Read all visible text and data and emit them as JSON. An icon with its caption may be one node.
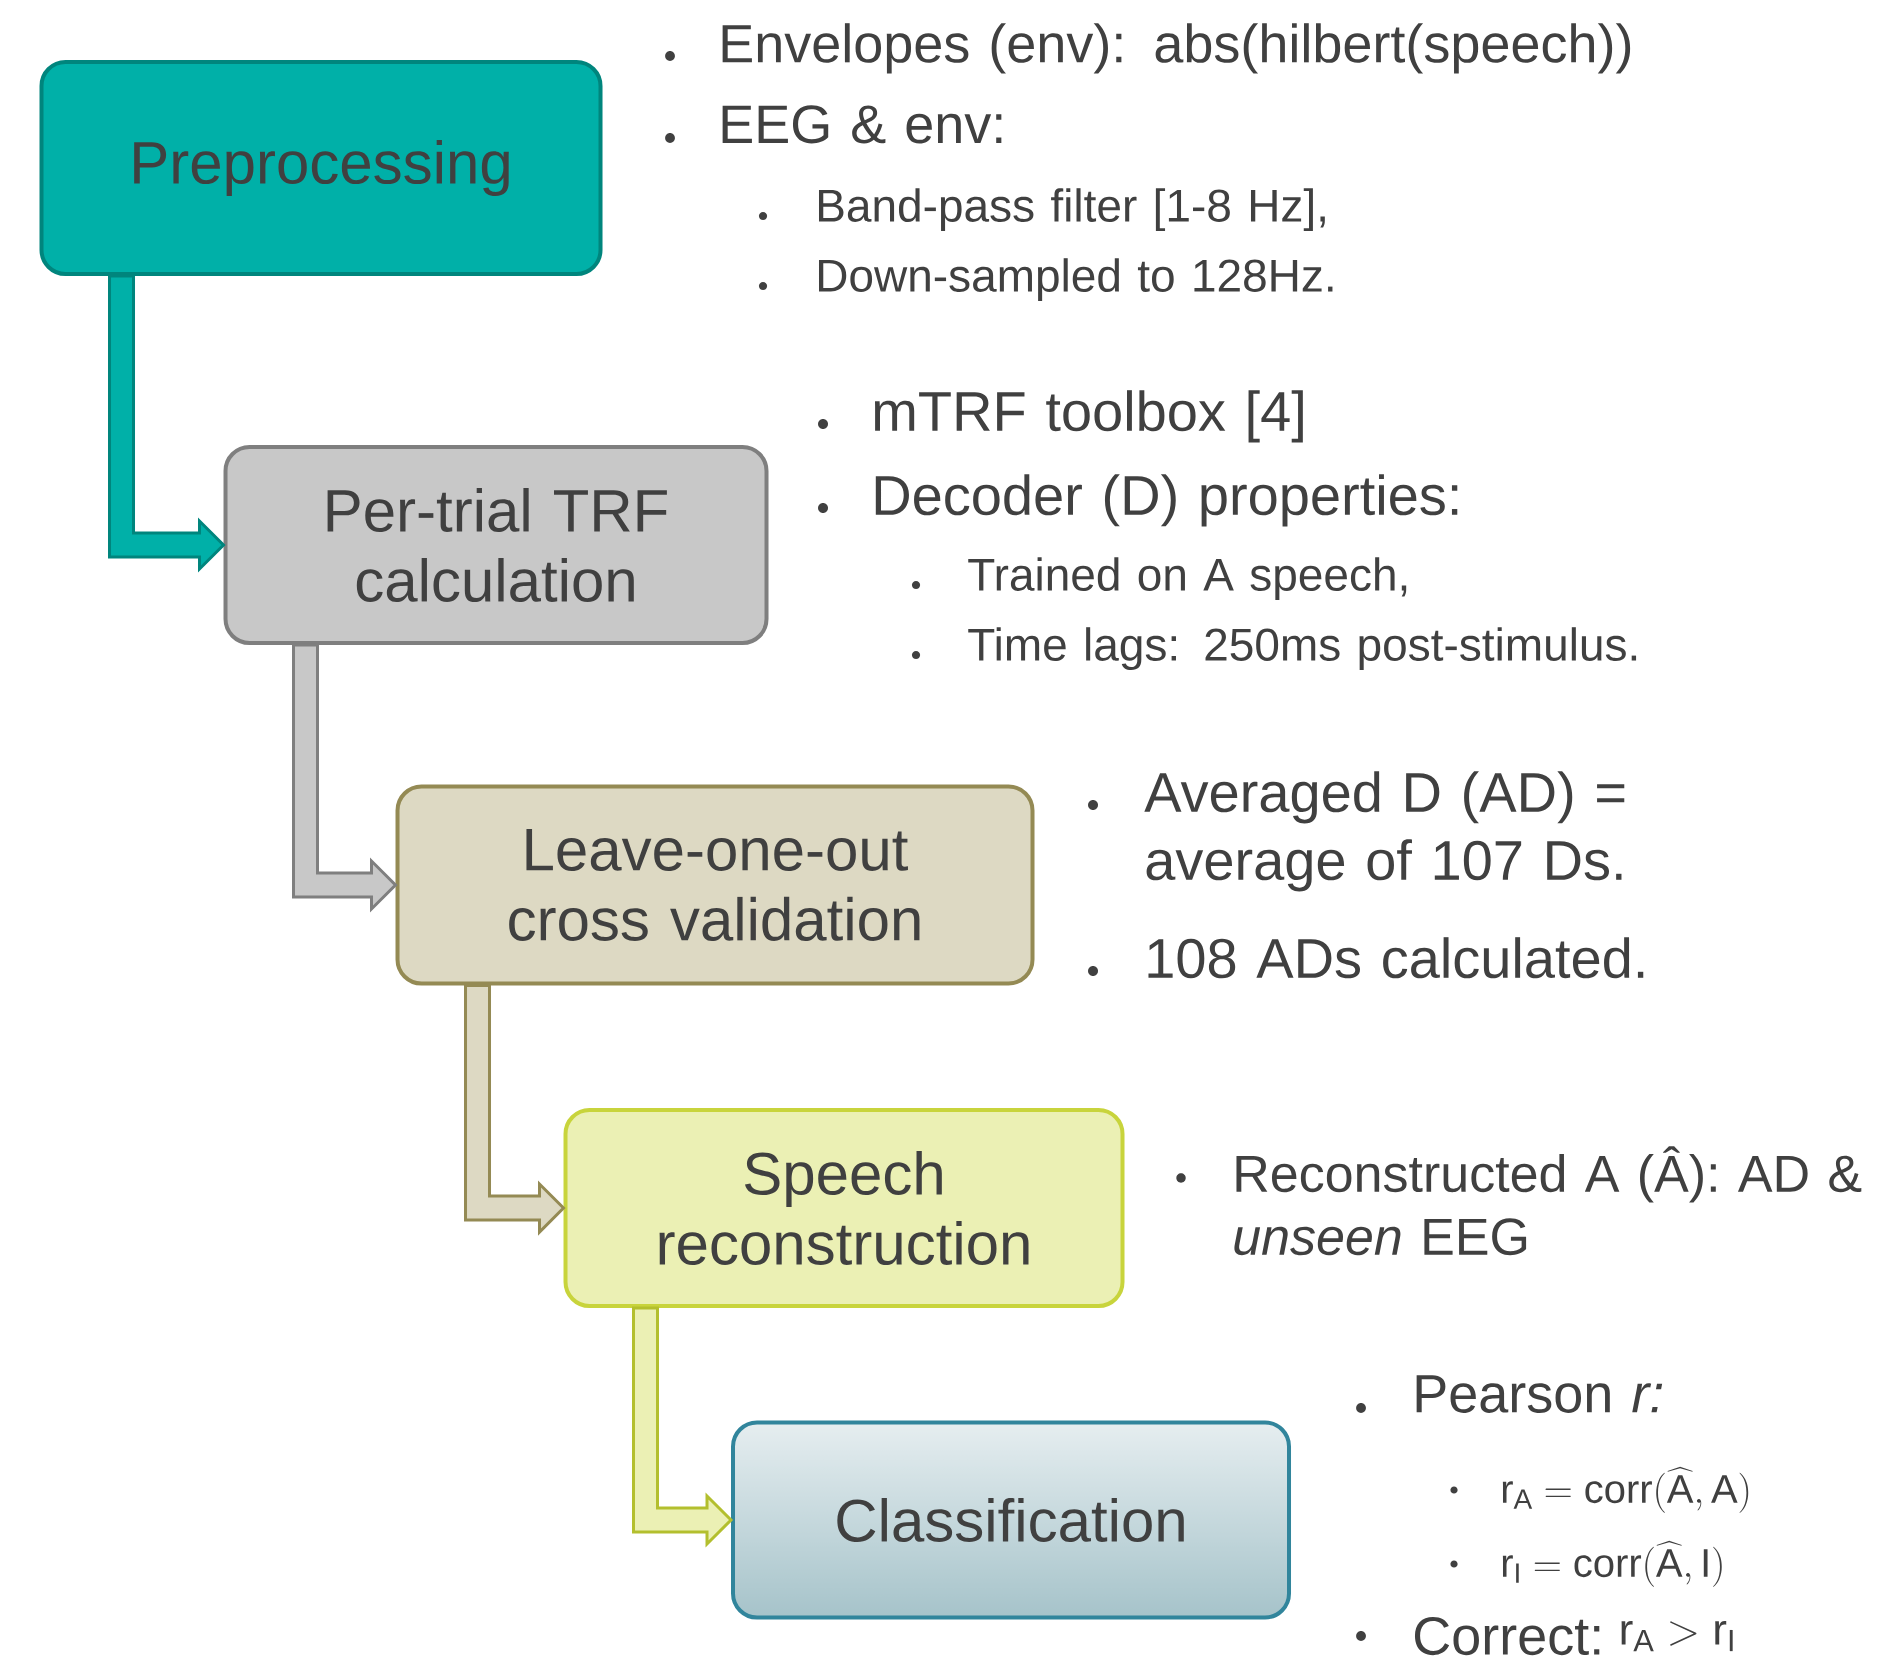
{
  "diagram": {
    "nodes": [
      {
        "text": [
          "Preprocessing"
        ]
      },
      {
        "text": [
          "Per-trial TRF calculation"
        ]
      },
      {
        "text": [
          "Leave-one-out cross validation"
        ]
      },
      {
        "text": [
          "Speech reconstruction"
        ]
      },
      {
        "text": [
          "Classification"
        ]
      }
    ],
    "edges": [
      {
        "from": 0,
        "to": 1,
        "arrow": "to",
        "color": "#00857d"
      },
      {
        "from": 1,
        "to": 2,
        "arrow": "to",
        "color": "#7f7f7f"
      },
      {
        "from": 2,
        "to": 3,
        "arrow": "to",
        "color": "#948a54"
      },
      {
        "from": 3,
        "to": 4,
        "arrow": "to",
        "color": "#b3bf2e"
      }
    ],
    "labels": [
      "Envelopes (env): abs(hilbert(speech))",
      "EEG & env:",
      "Band-pass filter [1-8 Hz],",
      "Down-sampled to 128Hz.",
      "mTRF toolbox [4]",
      "Decoder (D) properties:",
      "Trained on A speech,",
      "Time lags: 250ms post-stimulus.",
      "Averaged D (AD) = average of 107 Ds.",
      "108 ADs calculated.",
      "Reconstructed A (Â): AD & *unseen* EEG",
      "Pearson *r:*",
      "\\mathrm{r_A} = \\mathrm{corr}(\\widehat{\\mathrm{A}}, \\mathrm{A})",
      "\\mathrm{r_I} = \\mathrm{corr}(\\widehat{\\mathrm{A}}, \\mathrm{I})",
      "Correct:",
      "\\mathrm{r_A} > \\mathrm{r_I}"
    ]
  }
}
